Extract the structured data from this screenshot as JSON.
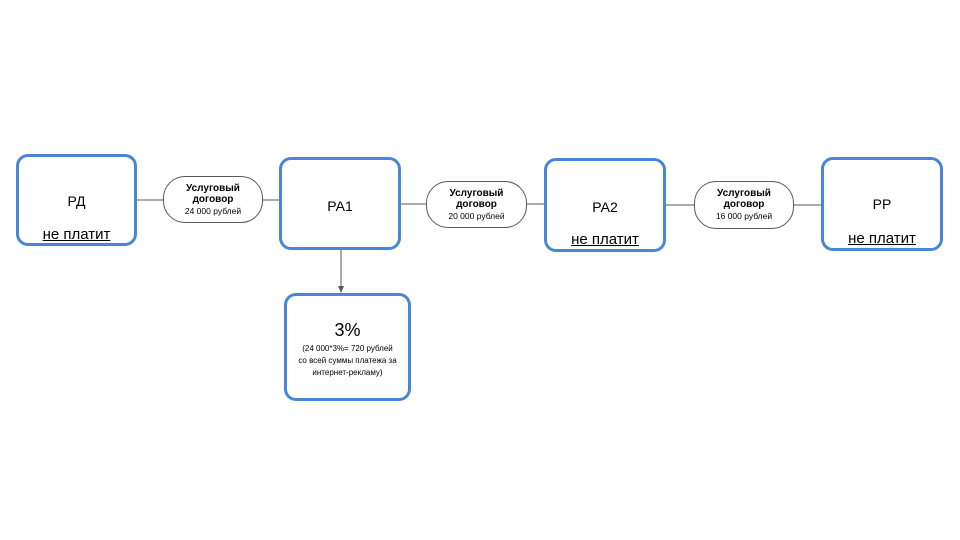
{
  "nodes": {
    "rd": {
      "title": "РД",
      "note": "не платит"
    },
    "ra1": {
      "title": "РА1"
    },
    "ra2": {
      "title": "РА2",
      "note": "не платит"
    },
    "rr": {
      "title": "РР",
      "note": "не платит"
    }
  },
  "contracts": [
    {
      "title": "Услуговый договор",
      "amount": "24 000 рублей"
    },
    {
      "title": "Услуговый договор",
      "amount": "20 000 рублей"
    },
    {
      "title": "Услуговый договор",
      "amount": "16 000 рублей"
    }
  ],
  "commission": {
    "value": "3%",
    "detail_lines": [
      "(24 000*3%= 720 рублей",
      "со всей суммы платежа за",
      "интернет-рекламу)"
    ]
  },
  "colors": {
    "node_border": "#4a86d8",
    "connector": "#595959"
  }
}
